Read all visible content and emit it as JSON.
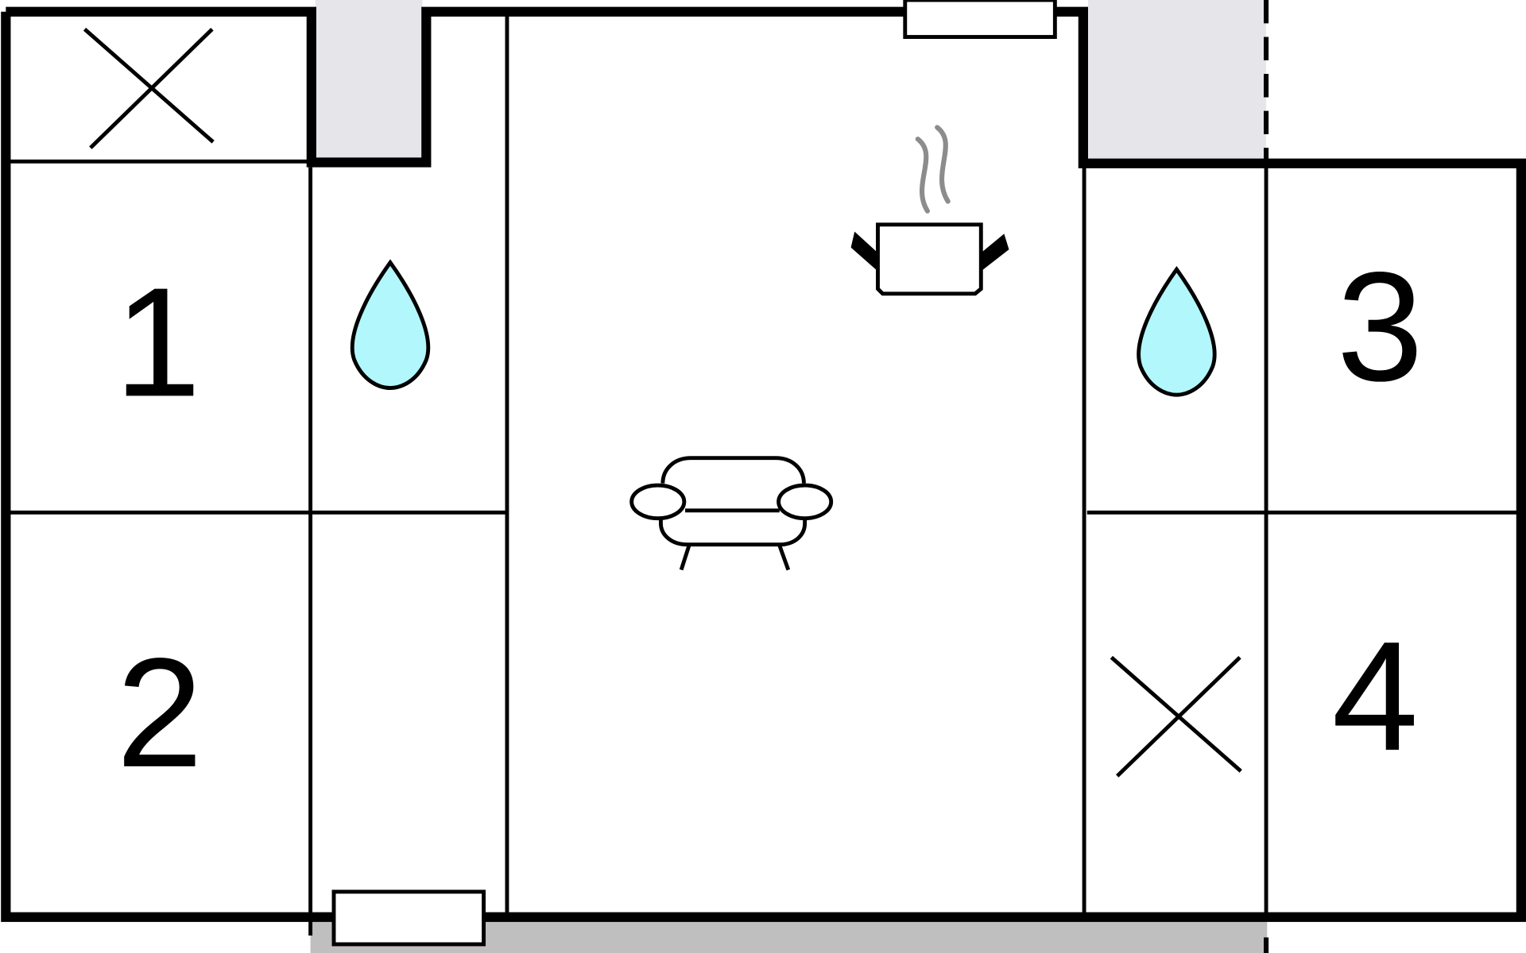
{
  "rooms": [
    {
      "number": "1"
    },
    {
      "number": "2"
    },
    {
      "number": "3"
    },
    {
      "number": "4"
    }
  ],
  "icons": [
    "x-cross-icon",
    "water-drop-icon",
    "cooking-pot-icon",
    "sofa-icon"
  ],
  "colors": {
    "wall": "#000000",
    "water_fill": "#b2f7fb",
    "shaded_area": "#e6e6ea",
    "terrace": "#bfbfbf",
    "steam": "#8c8c8c"
  }
}
